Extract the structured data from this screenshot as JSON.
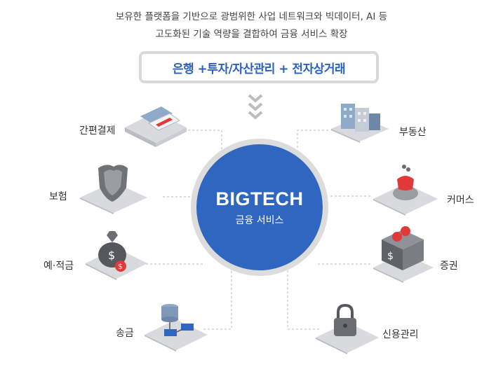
{
  "intro": {
    "line1": "보유한 플랫폼을 기반으로 광범위한 사업 네트워크와  빅데이터, AI 등",
    "line2": "고도화된 기술 역량을 결합하여 금융 서비스 확장"
  },
  "banner": {
    "text": "은행 +투자/자산관리 + 전자상거래"
  },
  "hub": {
    "title": "BIGTECH",
    "subtitle": "금융 서비스"
  },
  "services_left": [
    {
      "label": "간편결제",
      "icon": "card-payment-icon"
    },
    {
      "label": "보험",
      "icon": "shield-icon"
    },
    {
      "label": "예·적금",
      "icon": "money-bag-icon"
    },
    {
      "label": "송금",
      "icon": "server-transfer-icon"
    }
  ],
  "services_right": [
    {
      "label": "부동산",
      "icon": "buildings-icon"
    },
    {
      "label": "커머스",
      "icon": "shopping-icon"
    },
    {
      "label": "증권",
      "icon": "stock-exchange-icon"
    },
    {
      "label": "신용관리",
      "icon": "padlock-icon"
    }
  ],
  "colors": {
    "accent": "#2f66bf",
    "banner_text": "#2a5fc0",
    "coin_red": "#e23a3a",
    "tile_gray": "#d8dadd"
  }
}
